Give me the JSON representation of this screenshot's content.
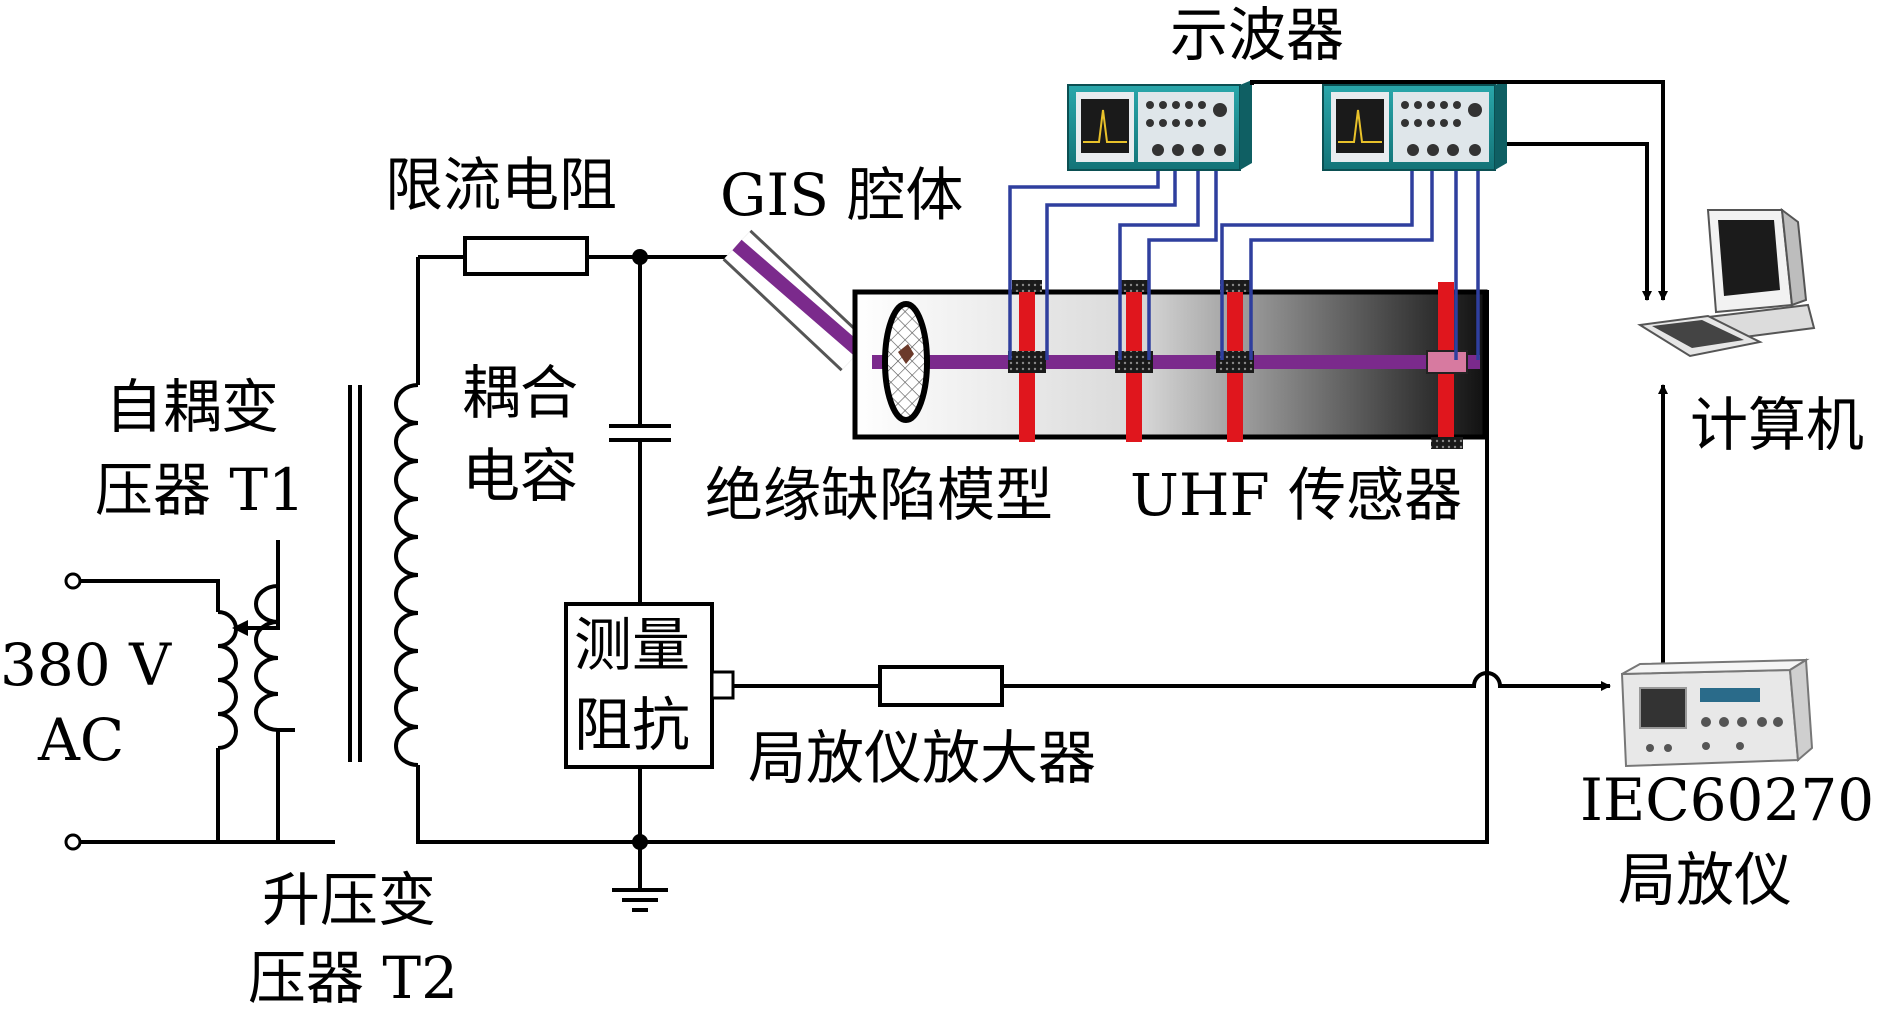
{
  "labels": {
    "oscilloscope": "示波器",
    "current_limit_resistor": "限流电阻",
    "gis_chamber": "GIS 腔体",
    "auto_transformer_line1": "自耦变",
    "auto_transformer_line2": "压器 T1",
    "coupling_cap_line1": "耦合",
    "coupling_cap_line2": "电容",
    "source_line1": "380 V",
    "source_line2": "AC",
    "defect_model": "绝缘缺陷模型",
    "uhf_sensor": "UHF 传感器",
    "computer": "计算机",
    "measure_impedance_line1": "测量",
    "measure_impedance_line2": "阻抗",
    "pd_amplifier": "局放仪放大器",
    "iec_line1": "IEC60270",
    "iec_line2": "局放仪",
    "step_up_line1": "升压变",
    "step_up_line2": "压器 T2"
  },
  "colors": {
    "wire": "#000000",
    "signal_cable": "#2f3f9e",
    "conductor": "#7b2a8c",
    "sensor": "#e0161d",
    "scope_body": "#1c8a8f"
  },
  "icons": {
    "oscilloscope": "oscilloscope-icon",
    "computer": "computer-icon",
    "pd_meter": "pd-meter-icon",
    "ground": "ground-icon"
  }
}
